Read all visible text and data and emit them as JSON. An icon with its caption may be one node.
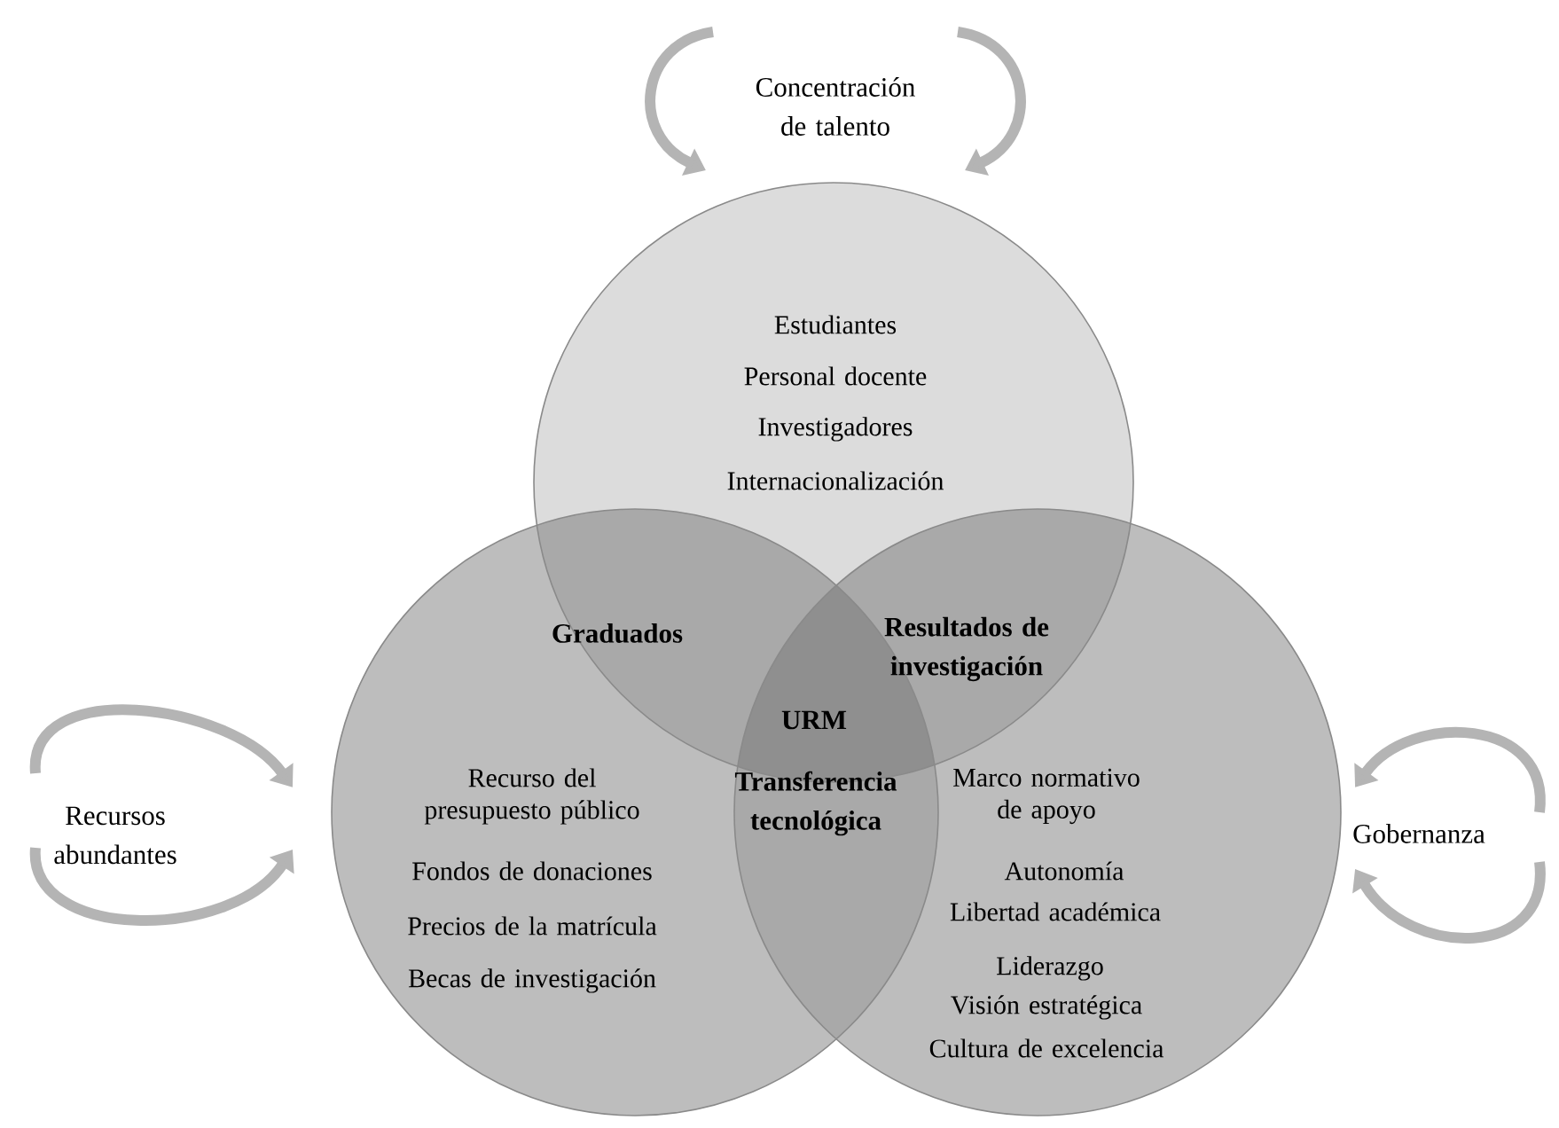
{
  "diagram": {
    "nodes": [
      {
        "text": [
          "Estudiantes",
          "Personal docente",
          "Investigadores",
          "Internacionalización"
        ]
      },
      {
        "text": [
          "Recurso del presupuesto público",
          "Fondos de donaciones",
          "Precios de la matrícula",
          "Becas de investigación"
        ]
      },
      {
        "text": [
          "Marco normativo de apoyo",
          "Autonomía",
          "Libertad académica",
          "Liderazgo",
          "Visión estratégica",
          "Cultura de excelencia"
        ]
      }
    ],
    "labels": [
      "Concentración de talento",
      "Graduados",
      "Resultados de investigación",
      "URM",
      "Recursos abundantes",
      "Transferencia tecnológica",
      "Gobernanza"
    ]
  }
}
